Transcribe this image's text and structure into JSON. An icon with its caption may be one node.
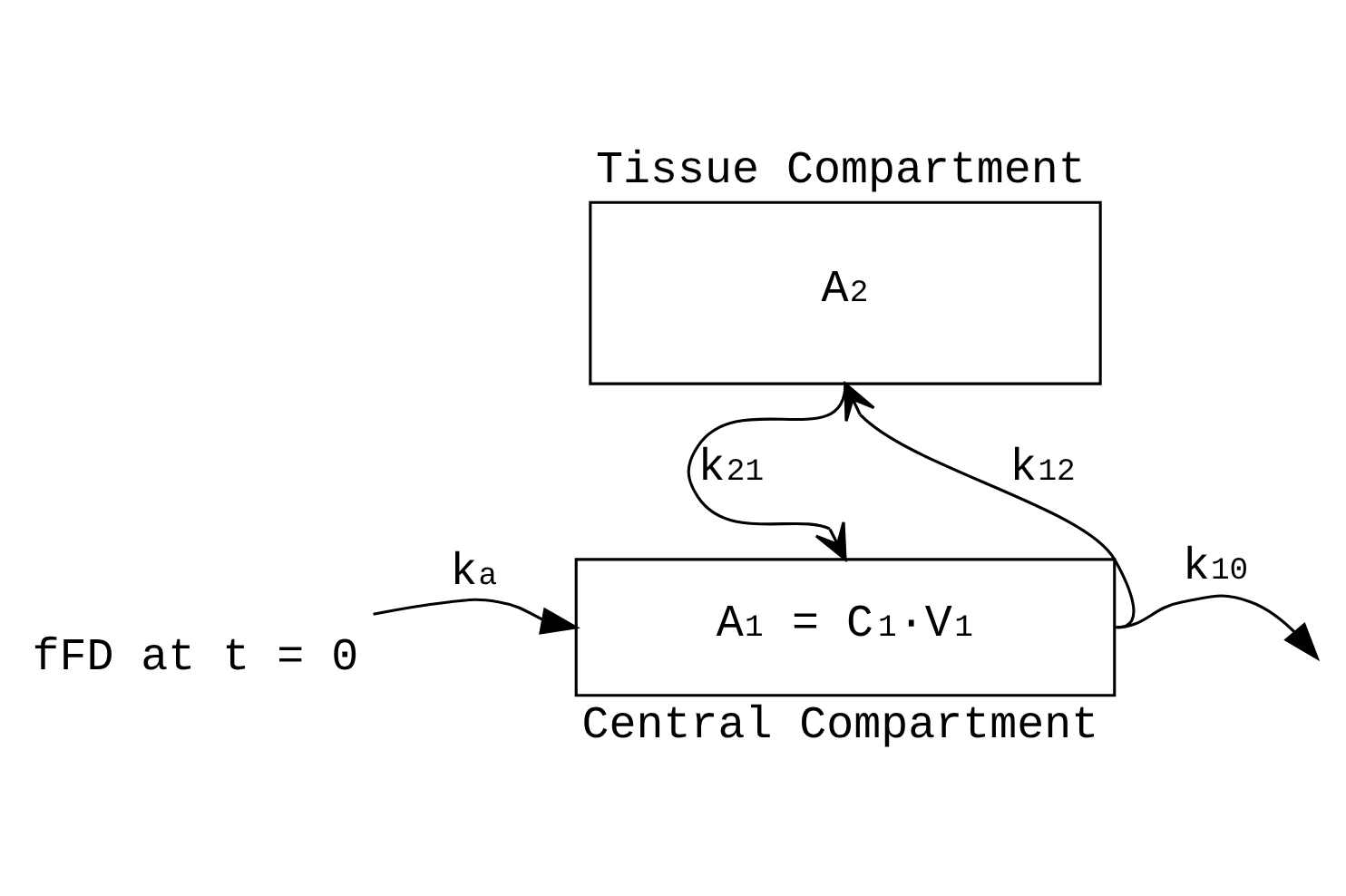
{
  "diagram": {
    "nodes": [
      {
        "text": [
          "Tissue Compartment",
          "A$_{2}$"
        ]
      },
      {
        "text": [
          "A$_{1}$ = C$_{1}$·V$_{1}$",
          "Central Compartment"
        ]
      },
      {
        "text": [
          "fFD at t = 0"
        ]
      }
    ],
    "edges": [
      {
        "from": 2,
        "to": 1,
        "arrow": "to",
        "label": "k$_{a}$"
      },
      {
        "from": 1,
        "to": 0,
        "arrow": "to",
        "label": "k$_{12}$"
      },
      {
        "from": 0,
        "to": 1,
        "arrow": "to",
        "label": "k$_{21}$"
      },
      {
        "from": 1,
        "to": null,
        "arrow": "to",
        "label": "k$_{10}$"
      }
    ]
  }
}
